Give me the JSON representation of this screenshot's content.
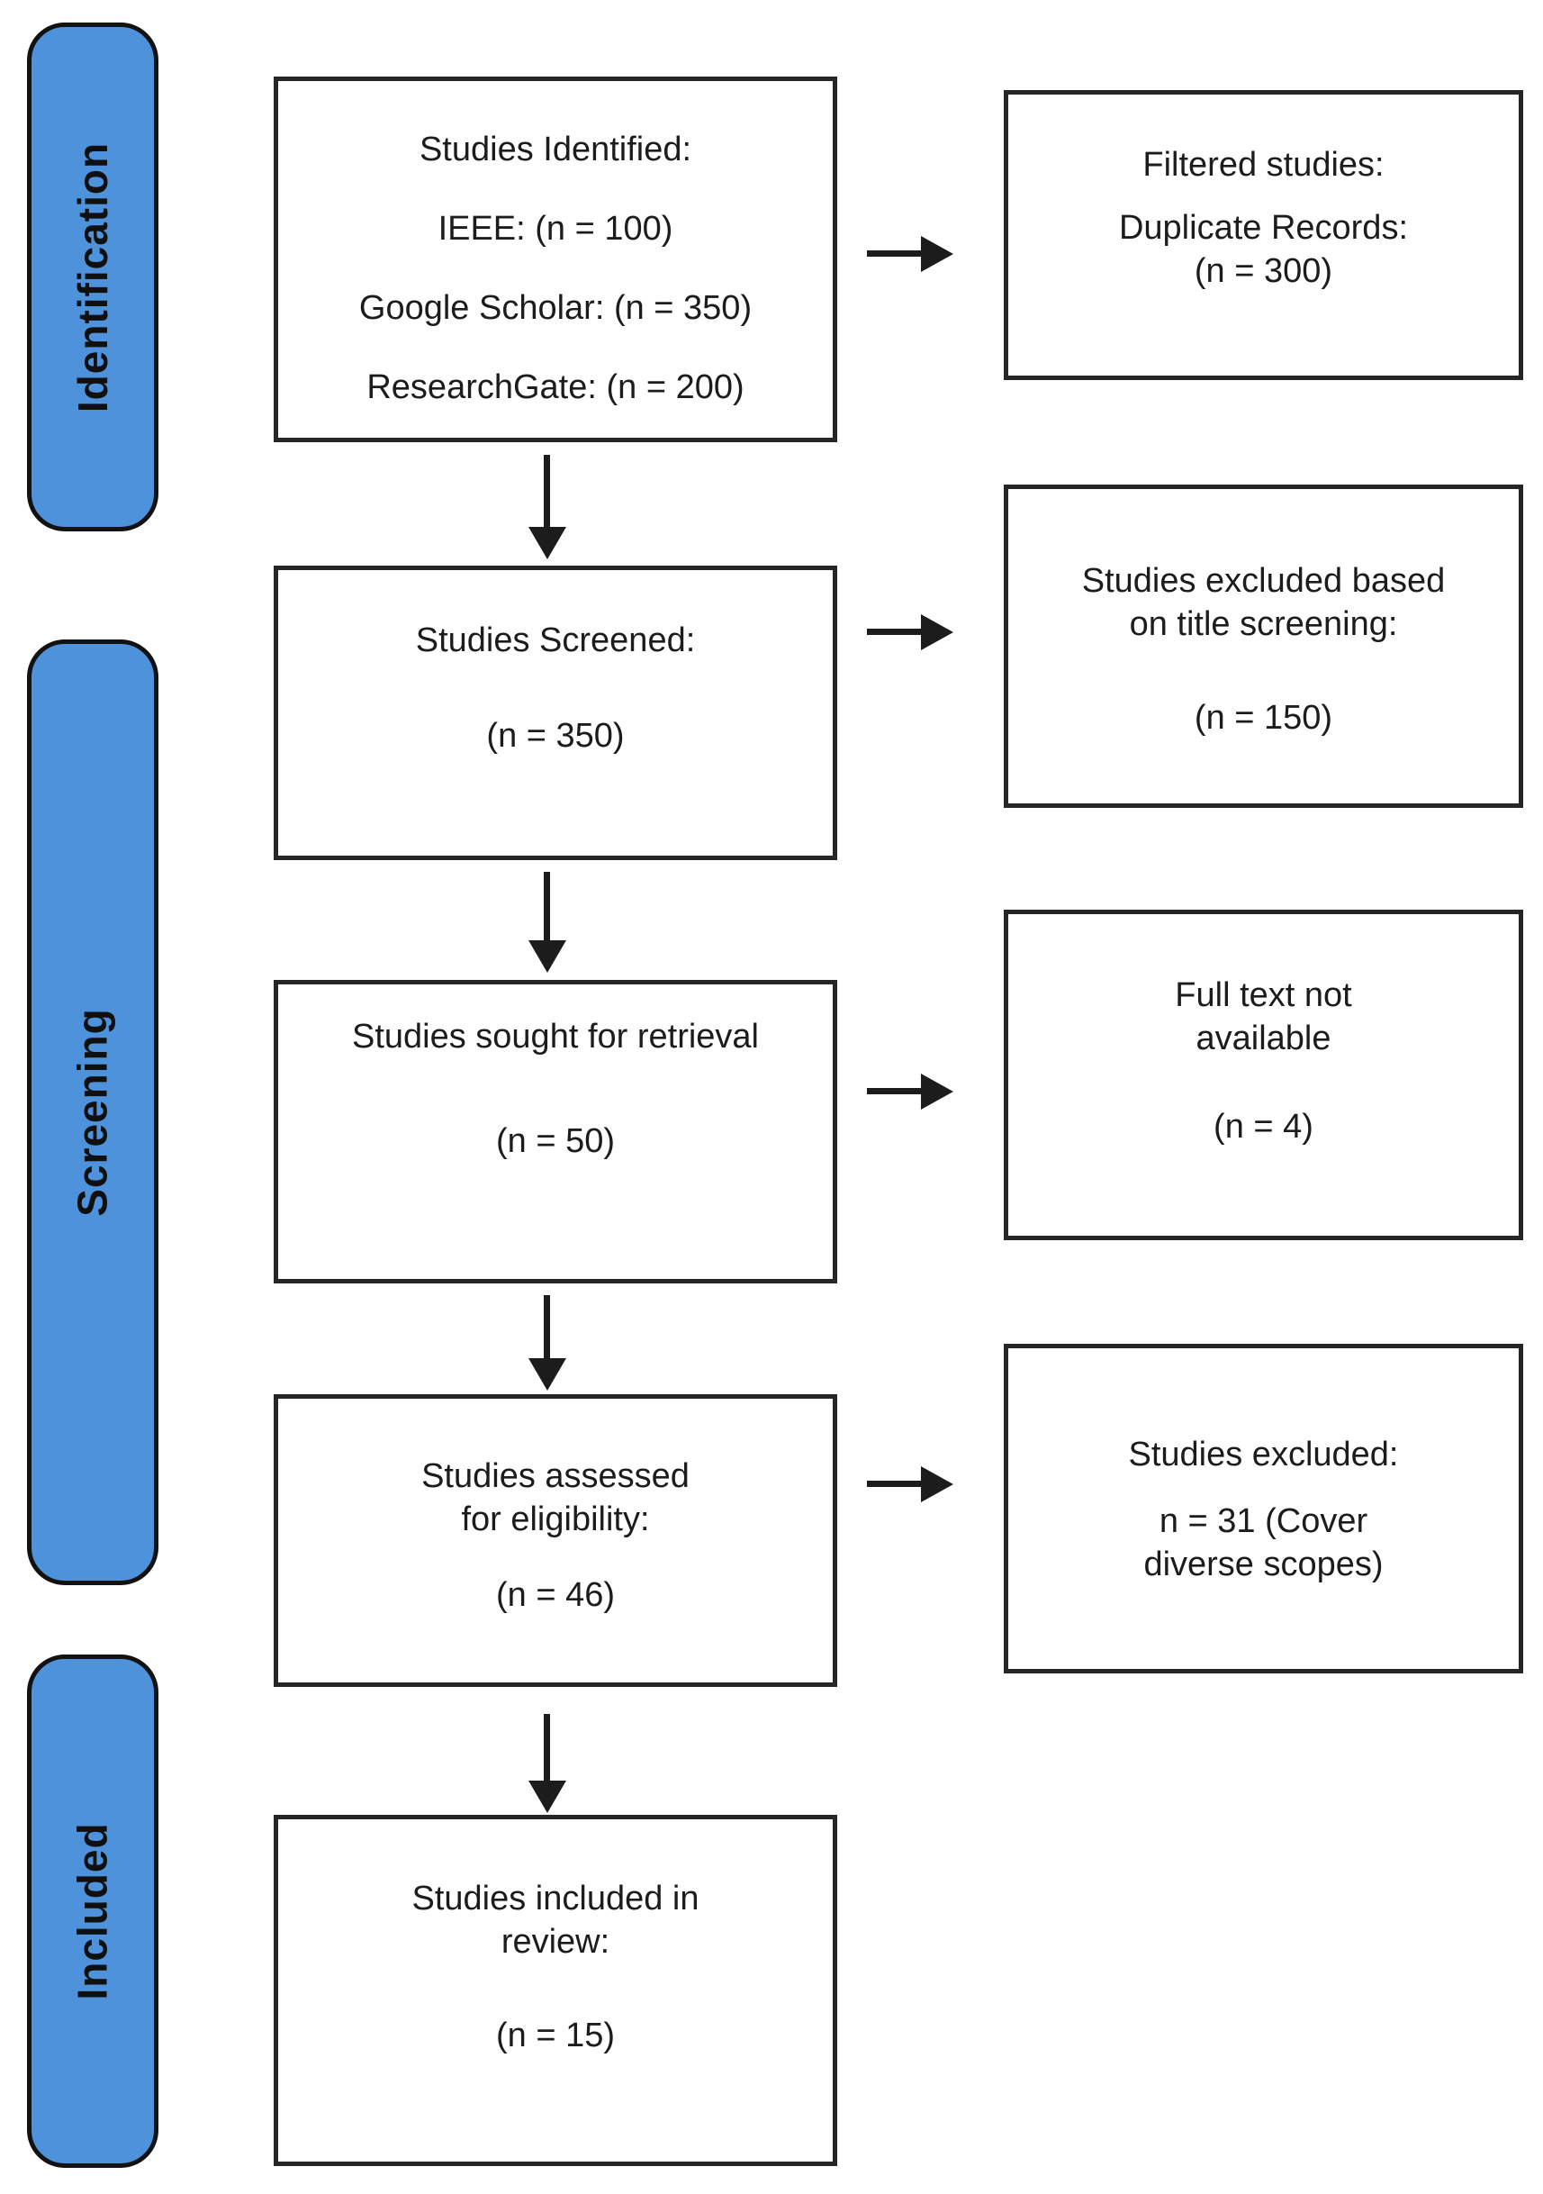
{
  "colors": {
    "stage_fill": "#4D92DA",
    "stage_border": "#121212",
    "box_border": "#262626",
    "arrow": "#1c1c1c",
    "text": "#1c1c1c",
    "background": "#ffffff"
  },
  "stages": [
    {
      "label": "Identification"
    },
    {
      "label": "Screening"
    },
    {
      "label": "Included"
    }
  ],
  "main_boxes": [
    {
      "title": "Studies Identified:",
      "lines": [
        "IEEE: (n = 100)",
        "Google Scholar: (n = 350)",
        "ResearchGate: (n = 200)"
      ]
    },
    {
      "title": "Studies Screened:",
      "count": "(n = 350)"
    },
    {
      "title": "Studies sought for retrieval",
      "count": "(n = 50)"
    },
    {
      "title_lines": [
        "Studies assessed",
        "for eligibility:"
      ],
      "count": "(n = 46)"
    },
    {
      "title_lines": [
        "Studies included in",
        "review:"
      ],
      "count": "(n = 15)"
    }
  ],
  "side_boxes": [
    {
      "title": "Filtered studies:",
      "lines": [
        "Duplicate Records:",
        "(n = 300)"
      ]
    },
    {
      "title_lines": [
        "Studies excluded based",
        "on title screening:"
      ],
      "count": "(n = 150)"
    },
    {
      "title_lines": [
        "Full text not",
        "available"
      ],
      "count": "(n = 4)"
    },
    {
      "title": "Studies excluded:",
      "lines": [
        "n = 31 (Cover",
        "diverse scopes)"
      ]
    }
  ]
}
